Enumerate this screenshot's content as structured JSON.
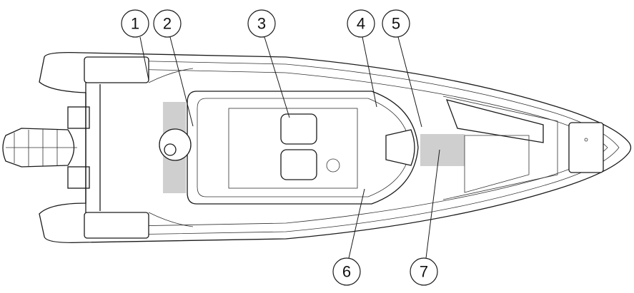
{
  "diagram": {
    "callouts": [
      {
        "label": "1"
      },
      {
        "label": "2"
      },
      {
        "label": "3"
      },
      {
        "label": "4"
      },
      {
        "label": "5"
      },
      {
        "label": "6"
      },
      {
        "label": "7"
      }
    ],
    "colors": {
      "line": "#1a1a1a",
      "highlight": "#cfcfcf"
    }
  }
}
